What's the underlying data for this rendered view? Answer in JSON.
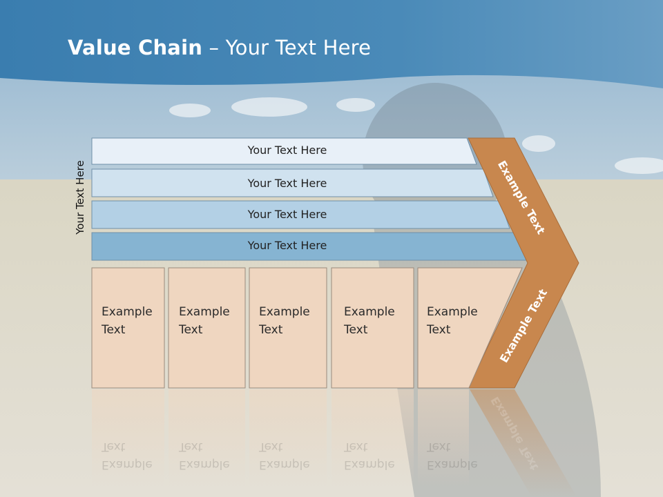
{
  "slide": {
    "title_bold": "Value Chain",
    "title_rest": " – Your Text Here",
    "side_label": "Your Text Here"
  },
  "rows": [
    {
      "label": "Your Text Here",
      "fill": "#e8f0f8"
    },
    {
      "label": "Your Text Here",
      "fill": "#d0e2ef"
    },
    {
      "label": "Your Text Here",
      "fill": "#b3d0e5"
    },
    {
      "label": "Your Text Here",
      "fill": "#86b4d2"
    }
  ],
  "boxes": [
    {
      "label": "Example\nText"
    },
    {
      "label": "Example\nText"
    },
    {
      "label": "Example\nText"
    },
    {
      "label": "Example\nText"
    },
    {
      "label": "Example\nText"
    }
  ],
  "chevron": {
    "top_label": "Example Text",
    "bottom_label": "Example Text",
    "color": "#c8874e"
  },
  "colors": {
    "header": "#3f83b3",
    "box_fill": "#efd6c0",
    "box_stroke": "#9a8a7c",
    "row_stroke": "#6f8fa8"
  }
}
